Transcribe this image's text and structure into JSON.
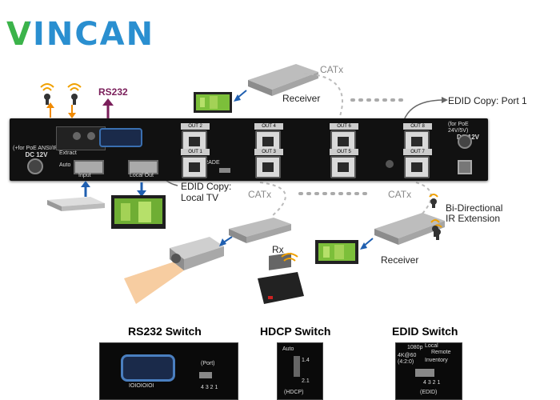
{
  "brand": {
    "logo_text": "VINCAN",
    "color_primary": "#2a8fd0",
    "color_accent": "#3bb34a"
  },
  "labels": {
    "rs232": "RS232",
    "catx_top": "CATx",
    "receiver_top": "Receiver",
    "edid_port1": "EDID Copy: Port 1",
    "edid_local_line1": "EDID Copy:",
    "edid_local_line2": "Local TV",
    "catx_mid_left": "CATx",
    "catx_mid_right": "CATx",
    "rx": "Rx",
    "receiver_bottom": "Receiver",
    "ir_line1": "Bi-Directional",
    "ir_line2": "IR Extension"
  },
  "device_labels": {
    "out_ports": [
      "OUT 2",
      "OUT 4",
      "OUT 6",
      "OUT 8",
      "OUT 1",
      "OUT 3",
      "OUT 5",
      "OUT 7"
    ],
    "dc_left_line1": "(+for PoE ANSI/IR)",
    "dc_left_line2": "DC 12V",
    "dc_right_line1": "(for PoE 24V/5V)",
    "dc_right_line2": "DC 12V",
    "input": "Input",
    "local_out": "Local Out",
    "extract": "Extract",
    "upgrade": "UPGRADE",
    "auto": "Auto"
  },
  "insets": [
    {
      "title": "RS232 Switch",
      "text_a": "IOIOIOIOI",
      "text_b": "(Port)",
      "text_c": "4 3 2 1"
    },
    {
      "title": "HDCP Switch",
      "text_a": "Auto",
      "text_b": "1.4",
      "text_c": "2.1",
      "text_d": "(HDCP)"
    },
    {
      "title": "EDID Switch",
      "text_a": "1080p",
      "text_b": "Local",
      "text_c": "Remote",
      "text_d": "4K@60\n(4:2:0)",
      "text_e": "Inventory",
      "text_f": "4 3 2 1",
      "text_g": "(EDID)"
    }
  ]
}
